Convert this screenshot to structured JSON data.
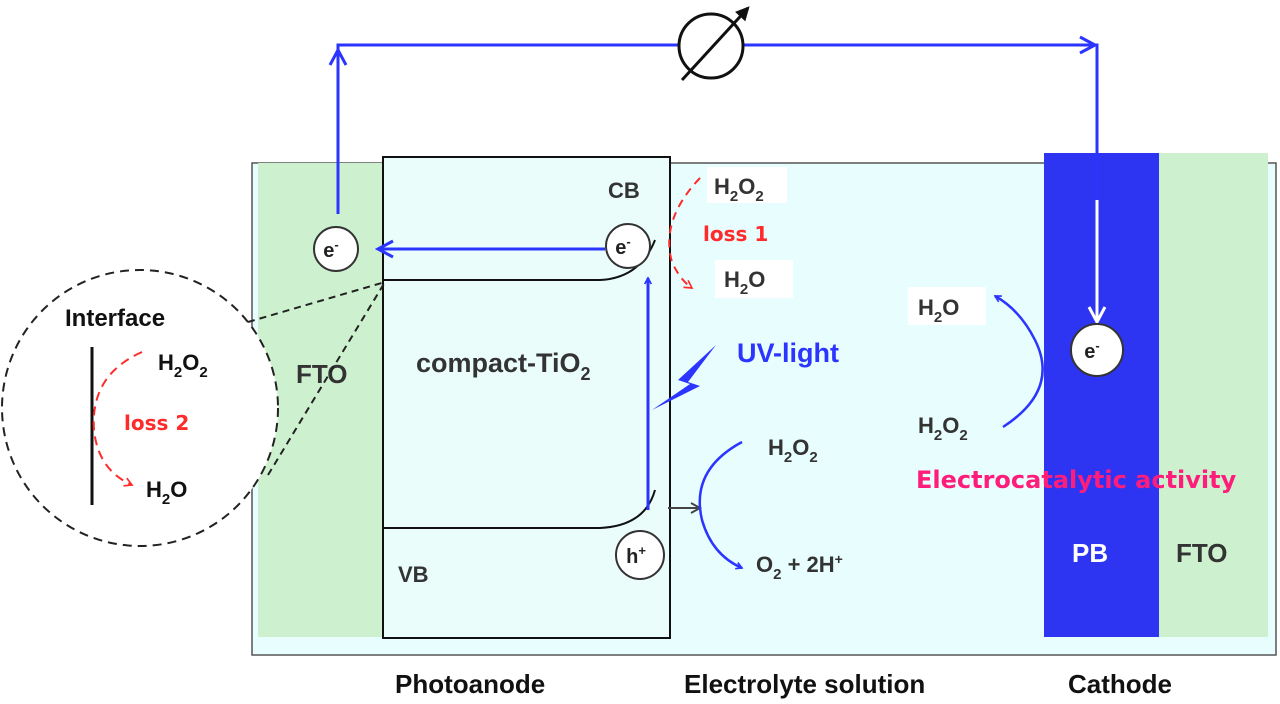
{
  "colors": {
    "fto_green": "#cdf1cf",
    "electrolyte": "#e8fdfd",
    "photoanode": "#eafdfb",
    "circuit_blue": "#2b35ff",
    "pb_blue": "#2e35f2",
    "loss_red": "#ff2a2a",
    "activity_pink": "#ff1d7b",
    "dark_text": "#3a3a3a"
  },
  "icons": {
    "meter": "ammeter-icon",
    "light": "lightning-bolt-icon"
  },
  "photoanode": {
    "fto_label": "FTO",
    "cb_label": "CB",
    "vb_label": "VB",
    "material_main": "compact-TiO",
    "material_sub": "2",
    "electron": "e",
    "electron_sup": "-",
    "hole": "h",
    "hole_sup": "+"
  },
  "loss1": {
    "label": "loss 1",
    "reactant_main": "H",
    "reactant_sub1": "2",
    "reactant_o": "O",
    "reactant_sub2": "2",
    "product_main": "H",
    "product_sub": "2",
    "product_o": "O"
  },
  "interface": {
    "title": "Interface",
    "loss_label": "loss 2",
    "reactant_main": "H",
    "reactant_sub1": "2",
    "reactant_o": "O",
    "reactant_sub2": "2",
    "product_main": "H",
    "product_sub": "2",
    "product_o": "O"
  },
  "uv": {
    "label": "UV-light"
  },
  "oxidation": {
    "reactant_main": "H",
    "reactant_sub1": "2",
    "reactant_o": "O",
    "reactant_sub2": "2",
    "product_o": "O",
    "product_sub": "2",
    "product_rest": " + 2H",
    "product_sup": "+"
  },
  "cathode": {
    "pb_label": "PB",
    "fto_label": "FTO",
    "electron": "e",
    "electron_sup": "-",
    "product_main": "H",
    "product_sub": "2",
    "product_o": "O",
    "reactant_main": "H",
    "reactant_sub1": "2",
    "reactant_o": "O",
    "reactant_sub2": "2",
    "activity_label": "Electrocatalytic activity"
  },
  "bottom_labels": {
    "photoanode": "Photoanode",
    "electrolyte": "Electrolyte solution",
    "cathode": "Cathode"
  }
}
